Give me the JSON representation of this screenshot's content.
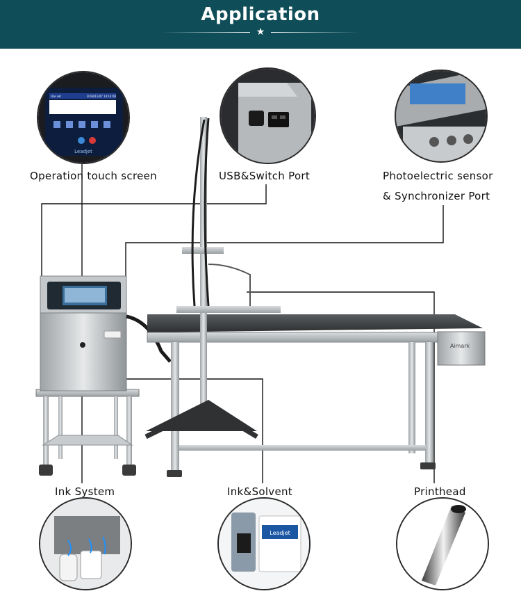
{
  "banner": {
    "title": "Application",
    "background": "#0f4d58"
  },
  "callouts": {
    "touch_screen": "Operation touch screen",
    "usb_switch": "USB&Switch Port",
    "photo_sensor_line1": "Photoelectric sensor",
    "photo_sensor_line2": "& Synchronizer Port",
    "ink_system": "Ink System",
    "ink_solvent": "Ink&Solvent",
    "printhead": "Printhead"
  },
  "screen": {
    "brand": "Leadjet",
    "status_left": "Use set",
    "status_right": "2018/11/07 14:14:08"
  },
  "conveyor_badge": "Aimark",
  "bottle_label": "Leadjet",
  "icons": [
    "touch-screen-detail-icon",
    "usb-port-detail-icon",
    "sensor-port-detail-icon",
    "ink-system-detail-icon",
    "ink-bottle-detail-icon",
    "printhead-detail-icon"
  ]
}
